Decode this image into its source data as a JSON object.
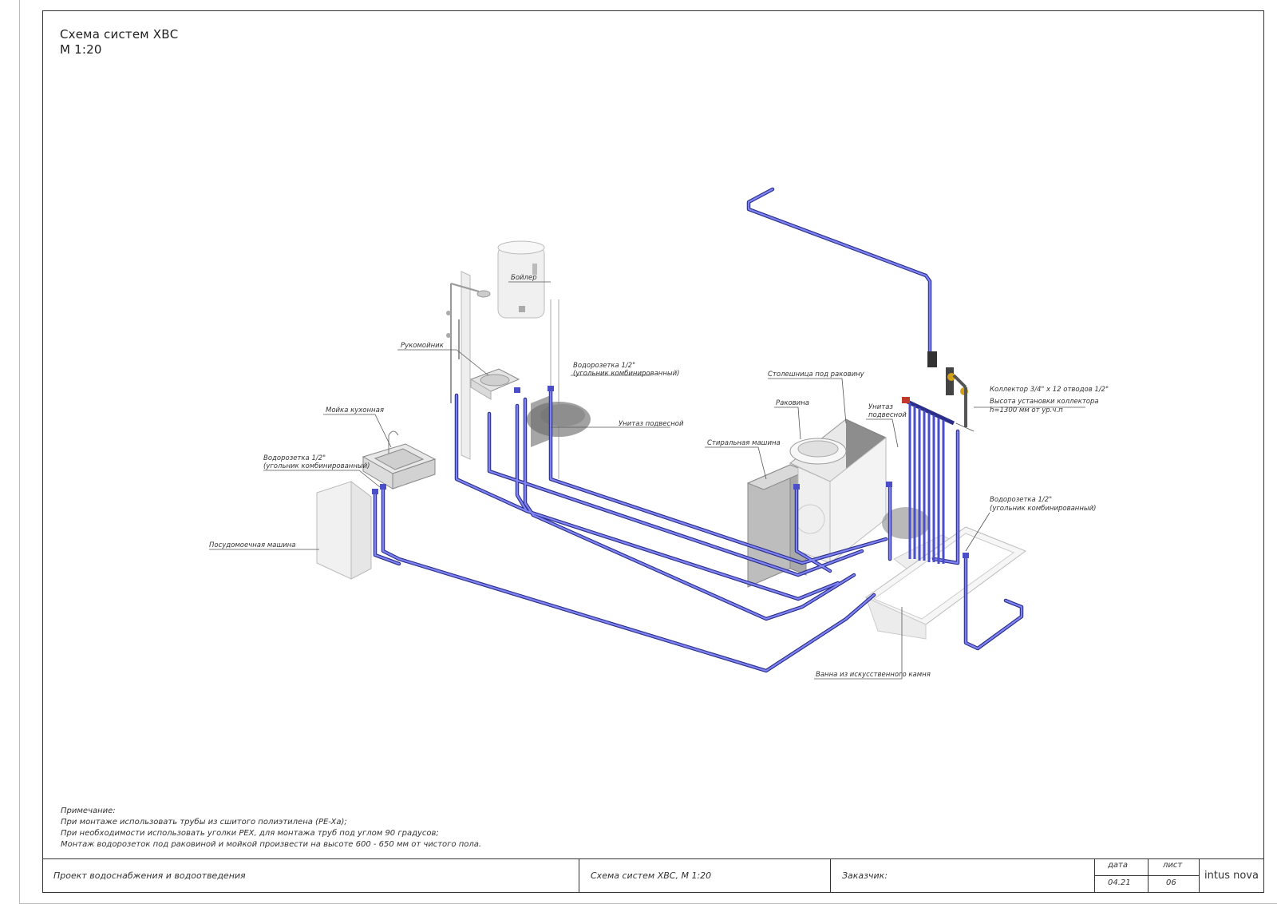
{
  "title": {
    "line1": "Схема систем ХВС",
    "line2": "М 1:20"
  },
  "labels": {
    "boiler": "Бойлер",
    "hand_shower": "Рукомойник",
    "water_outlet_1": "Водорозетка 1/2\"",
    "water_outlet_1_sub": "(угольник комбинированный)",
    "toilet_1": "Унитаз подвесной",
    "kitchen_sink": "Мойка кухонная",
    "water_outlet_2": "Водорозетка 1/2\"",
    "water_outlet_2_sub": "(угольник комбинированный)",
    "dishwasher": "Посудомоечная машина",
    "countertop": "Столешница под раковину",
    "sink": "Раковина",
    "washing_machine": "Стиральная машина",
    "toilet_2_line1": "Унитаз",
    "toilet_2_line2": "подвесной",
    "collector_line1": "Коллектор 3/4\" х 12 отводов 1/2\"",
    "collector_line2": "Высота установки коллектора",
    "collector_line3": "h=1300 мм от ур.ч.п",
    "water_outlet_3": "Водорозетка 1/2\"",
    "water_outlet_3_sub": "(угольник комбинированный)",
    "bathtub": "Ванна из искусственного камня"
  },
  "notes": {
    "heading": "Примечание:",
    "line1": "При монтаже использовать трубы из сшитого полиэтилена (PE-Xa);",
    "line2": "При необходимости использовать уголки PEX, для монтажа труб под углом 90 градусов;",
    "line3": "Монтаж водорозеток под раковиной и мойкой произвести на высоте 600 - 650 мм от чистого пола."
  },
  "stamp": {
    "project": "Проект водоснабжения и водоотведения",
    "sheet_title": "Схема систем ХВС, М 1:20",
    "customer": "Заказчик:",
    "date_label": "дата",
    "sheet_label": "лист",
    "date_value": "04.21",
    "sheet_value": "06",
    "brand": "intus nova"
  },
  "colors": {
    "pipe": "#5b5fd6",
    "pipe_dark": "#2c2f8a",
    "fixture": "#d8d8d8"
  }
}
